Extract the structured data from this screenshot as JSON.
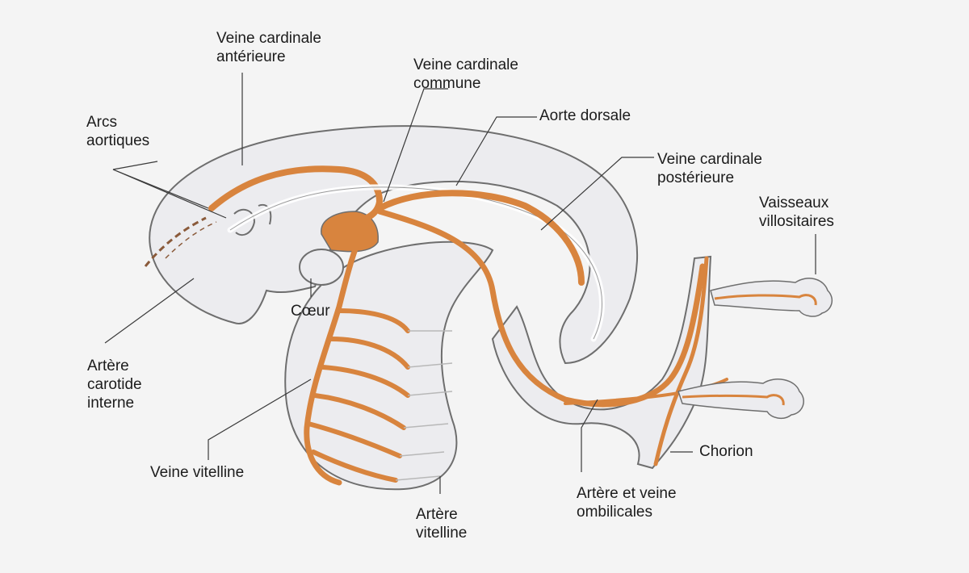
{
  "colors": {
    "background": "#f4f4f4",
    "embryo_fill": "#ececef",
    "outline": "#6e6e6e",
    "vessel": "#d8843e",
    "text": "#1c1c1c",
    "leader": "#3a3a3a"
  },
  "labels": {
    "veine_cardinale_anterieure": [
      "Veine cardinale",
      "antérieure"
    ],
    "veine_cardinale_commune": [
      "Veine cardinale",
      "commune"
    ],
    "aorte_dorsale": [
      "Aorte dorsale"
    ],
    "arcs_aortiques": [
      "Arcs",
      "aortiques"
    ],
    "veine_cardinale_posterieure": [
      "Veine cardinale",
      "postérieure"
    ],
    "vaisseaux_villositaires": [
      "Vaisseaux",
      "villositaires"
    ],
    "coeur": [
      "Cœur"
    ],
    "artere_carotide_interne": [
      "Artère",
      "carotide",
      "interne"
    ],
    "veine_vitelline": [
      "Veine vitelline"
    ],
    "artere_vitelline": [
      "Artère",
      "vitelline"
    ],
    "artere_et_veine_ombilicales": [
      "Artère et veine",
      "ombilicales"
    ],
    "chorion": [
      "Chorion"
    ]
  }
}
